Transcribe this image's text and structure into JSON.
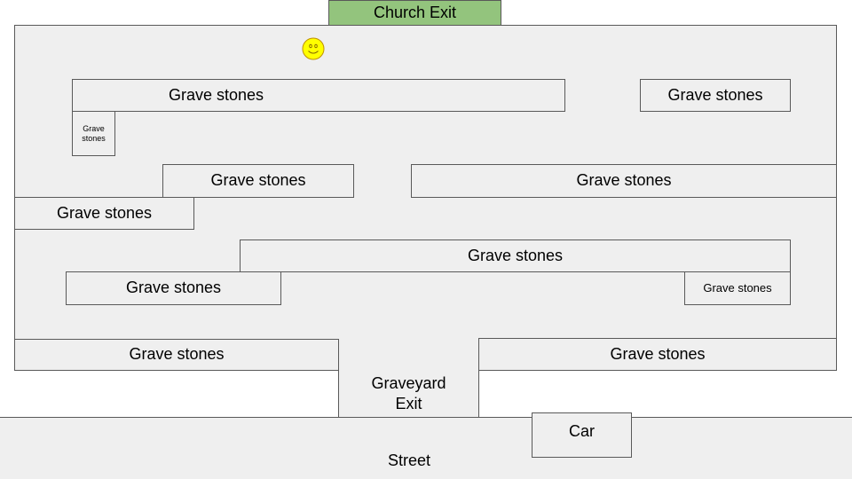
{
  "map": {
    "church_exit": "Church Exit",
    "graveyard_exit_line1": "Graveyard",
    "graveyard_exit_line2": "Exit",
    "street": "Street",
    "car": "Car",
    "grave_label": "Grave stones",
    "grave_label_small_line1": "Grave",
    "grave_label_small_line2": "stones"
  },
  "player": {
    "icon": "smiley-face-icon",
    "face_color": "#ffff00",
    "outline_color": "#bf9000"
  },
  "colors": {
    "church_exit_fill": "#93c47d",
    "ground_fill": "#efefef",
    "border": "#595959"
  }
}
